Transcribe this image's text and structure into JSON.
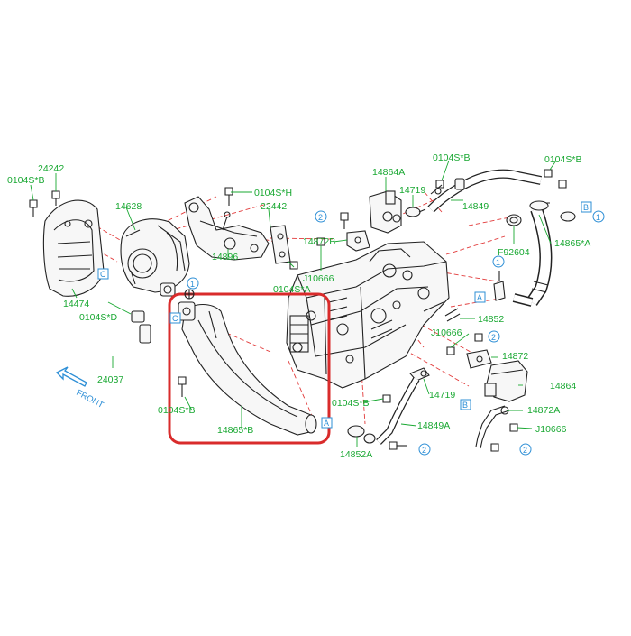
{
  "diagram": {
    "colors": {
      "label": "#19a832",
      "reference": "#2e8fd6",
      "highlight": "#d92b2b",
      "dashed": "#e23a3a",
      "line": "#222222"
    },
    "labels": {
      "p24242": "24242",
      "p0104sb_tl": "0104S*B",
      "p14628": "14628",
      "p0104sh": "0104S*H",
      "p22442": "22442",
      "p14864a": "14864A",
      "p0104sb_t": "0104S*B",
      "p0104sb_tr": "0104S*B",
      "p14719_t": "14719",
      "p14849": "14849",
      "p14872b": "14872B",
      "p14896": "14896",
      "p0104sa": "0104S*A",
      "pJ10666_a": "J10666",
      "pF92604": "F92604",
      "p14865a": "14865*A",
      "p14474": "14474",
      "p0104sd": "0104S*D",
      "p14852": "14852",
      "pJ10666_b": "J10666",
      "p14872": "14872",
      "p24037": "24037",
      "p14864": "14864",
      "p0104sb_l": "0104S*B",
      "p0104sb_m": "0104S*B",
      "p14719_m": "14719",
      "p14872a": "14872A",
      "p14865b": "14865*B",
      "p14849a": "14849A",
      "pJ10666_c": "J10666",
      "p14852a": "14852A",
      "front": "FRONT"
    },
    "refs": {
      "a": "A",
      "b": "B",
      "c": "C",
      "one": "1",
      "two": "2"
    }
  }
}
